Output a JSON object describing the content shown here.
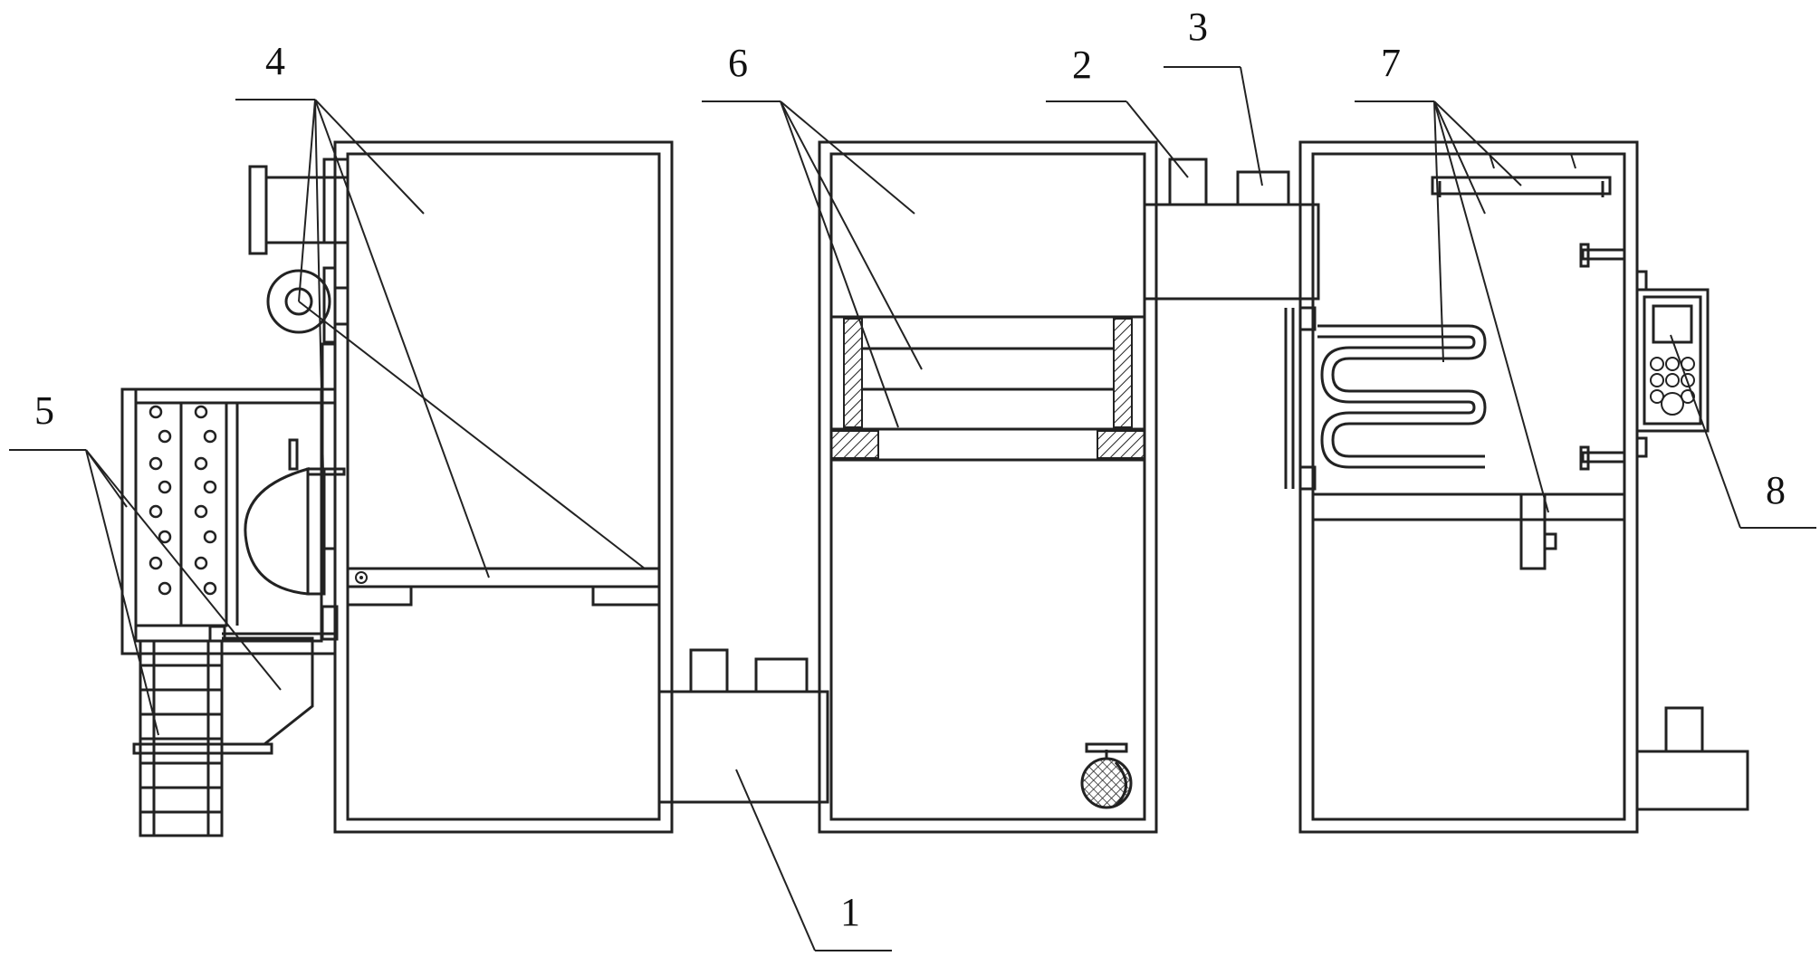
{
  "labels": [
    {
      "id": "1",
      "text": "1"
    },
    {
      "id": "2",
      "text": "2"
    },
    {
      "id": "3",
      "text": "3"
    },
    {
      "id": "4",
      "text": "4"
    },
    {
      "id": "5",
      "text": "5"
    },
    {
      "id": "6",
      "text": "6"
    },
    {
      "id": "7",
      "text": "7"
    },
    {
      "id": "8",
      "text": "8"
    }
  ]
}
